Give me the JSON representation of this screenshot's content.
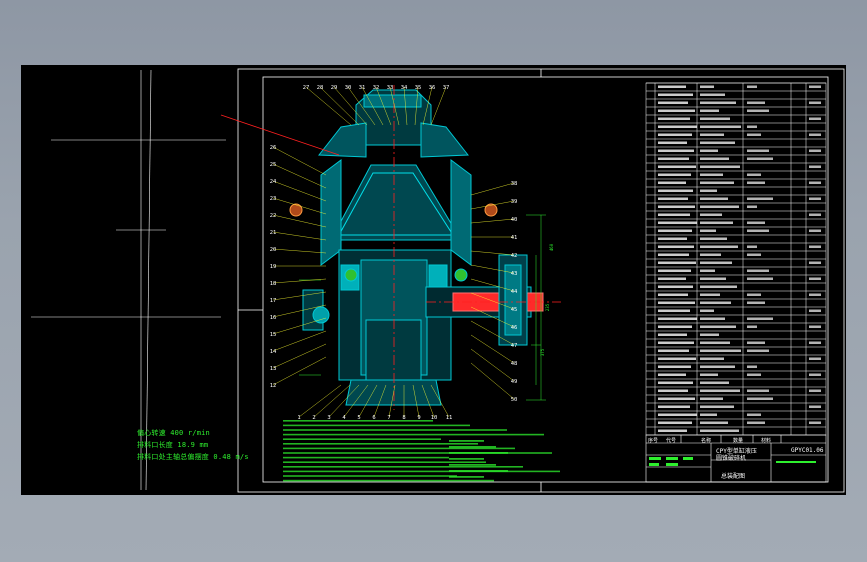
{
  "colors": {
    "background": "#000000",
    "frame": "#ffffff",
    "part_body": "#00c8d4",
    "centerline": "#ff2020",
    "annotation": "#2ef02e",
    "leader": "#ffff30"
  },
  "specs": {
    "speed": "偏心转速 400 r/min",
    "discharge": "排料口长度 18.9 mm",
    "adjust": "排料口处主轴总偏摆度 0.48 m/s"
  },
  "title_block": {
    "name_line1": "CPY型单缸液压",
    "name_line2": "圆锥破碎机",
    "subtitle": "总装配图",
    "drawing_no": "GPYC01.06",
    "headers": [
      "序号",
      "代号",
      "名称",
      "数量",
      "材料"
    ]
  },
  "balloons_top": [
    "27",
    "28",
    "29",
    "30",
    "31",
    "32",
    "33",
    "34",
    "35",
    "36",
    "37"
  ],
  "balloons_bottom": [
    "1",
    "2",
    "3",
    "4",
    "5",
    "6",
    "7",
    "8",
    "9",
    "10",
    "11"
  ],
  "balloons_left": [
    "26",
    "25",
    "24",
    "23",
    "22",
    "21",
    "20",
    "19",
    "18",
    "17",
    "16",
    "15",
    "14",
    "13",
    "12"
  ],
  "balloons_right": [
    "38",
    "39",
    "40",
    "41",
    "42",
    "43",
    "44",
    "45",
    "46",
    "47",
    "48",
    "49",
    "50"
  ],
  "dimensions": [
    "235",
    "460",
    "375"
  ]
}
